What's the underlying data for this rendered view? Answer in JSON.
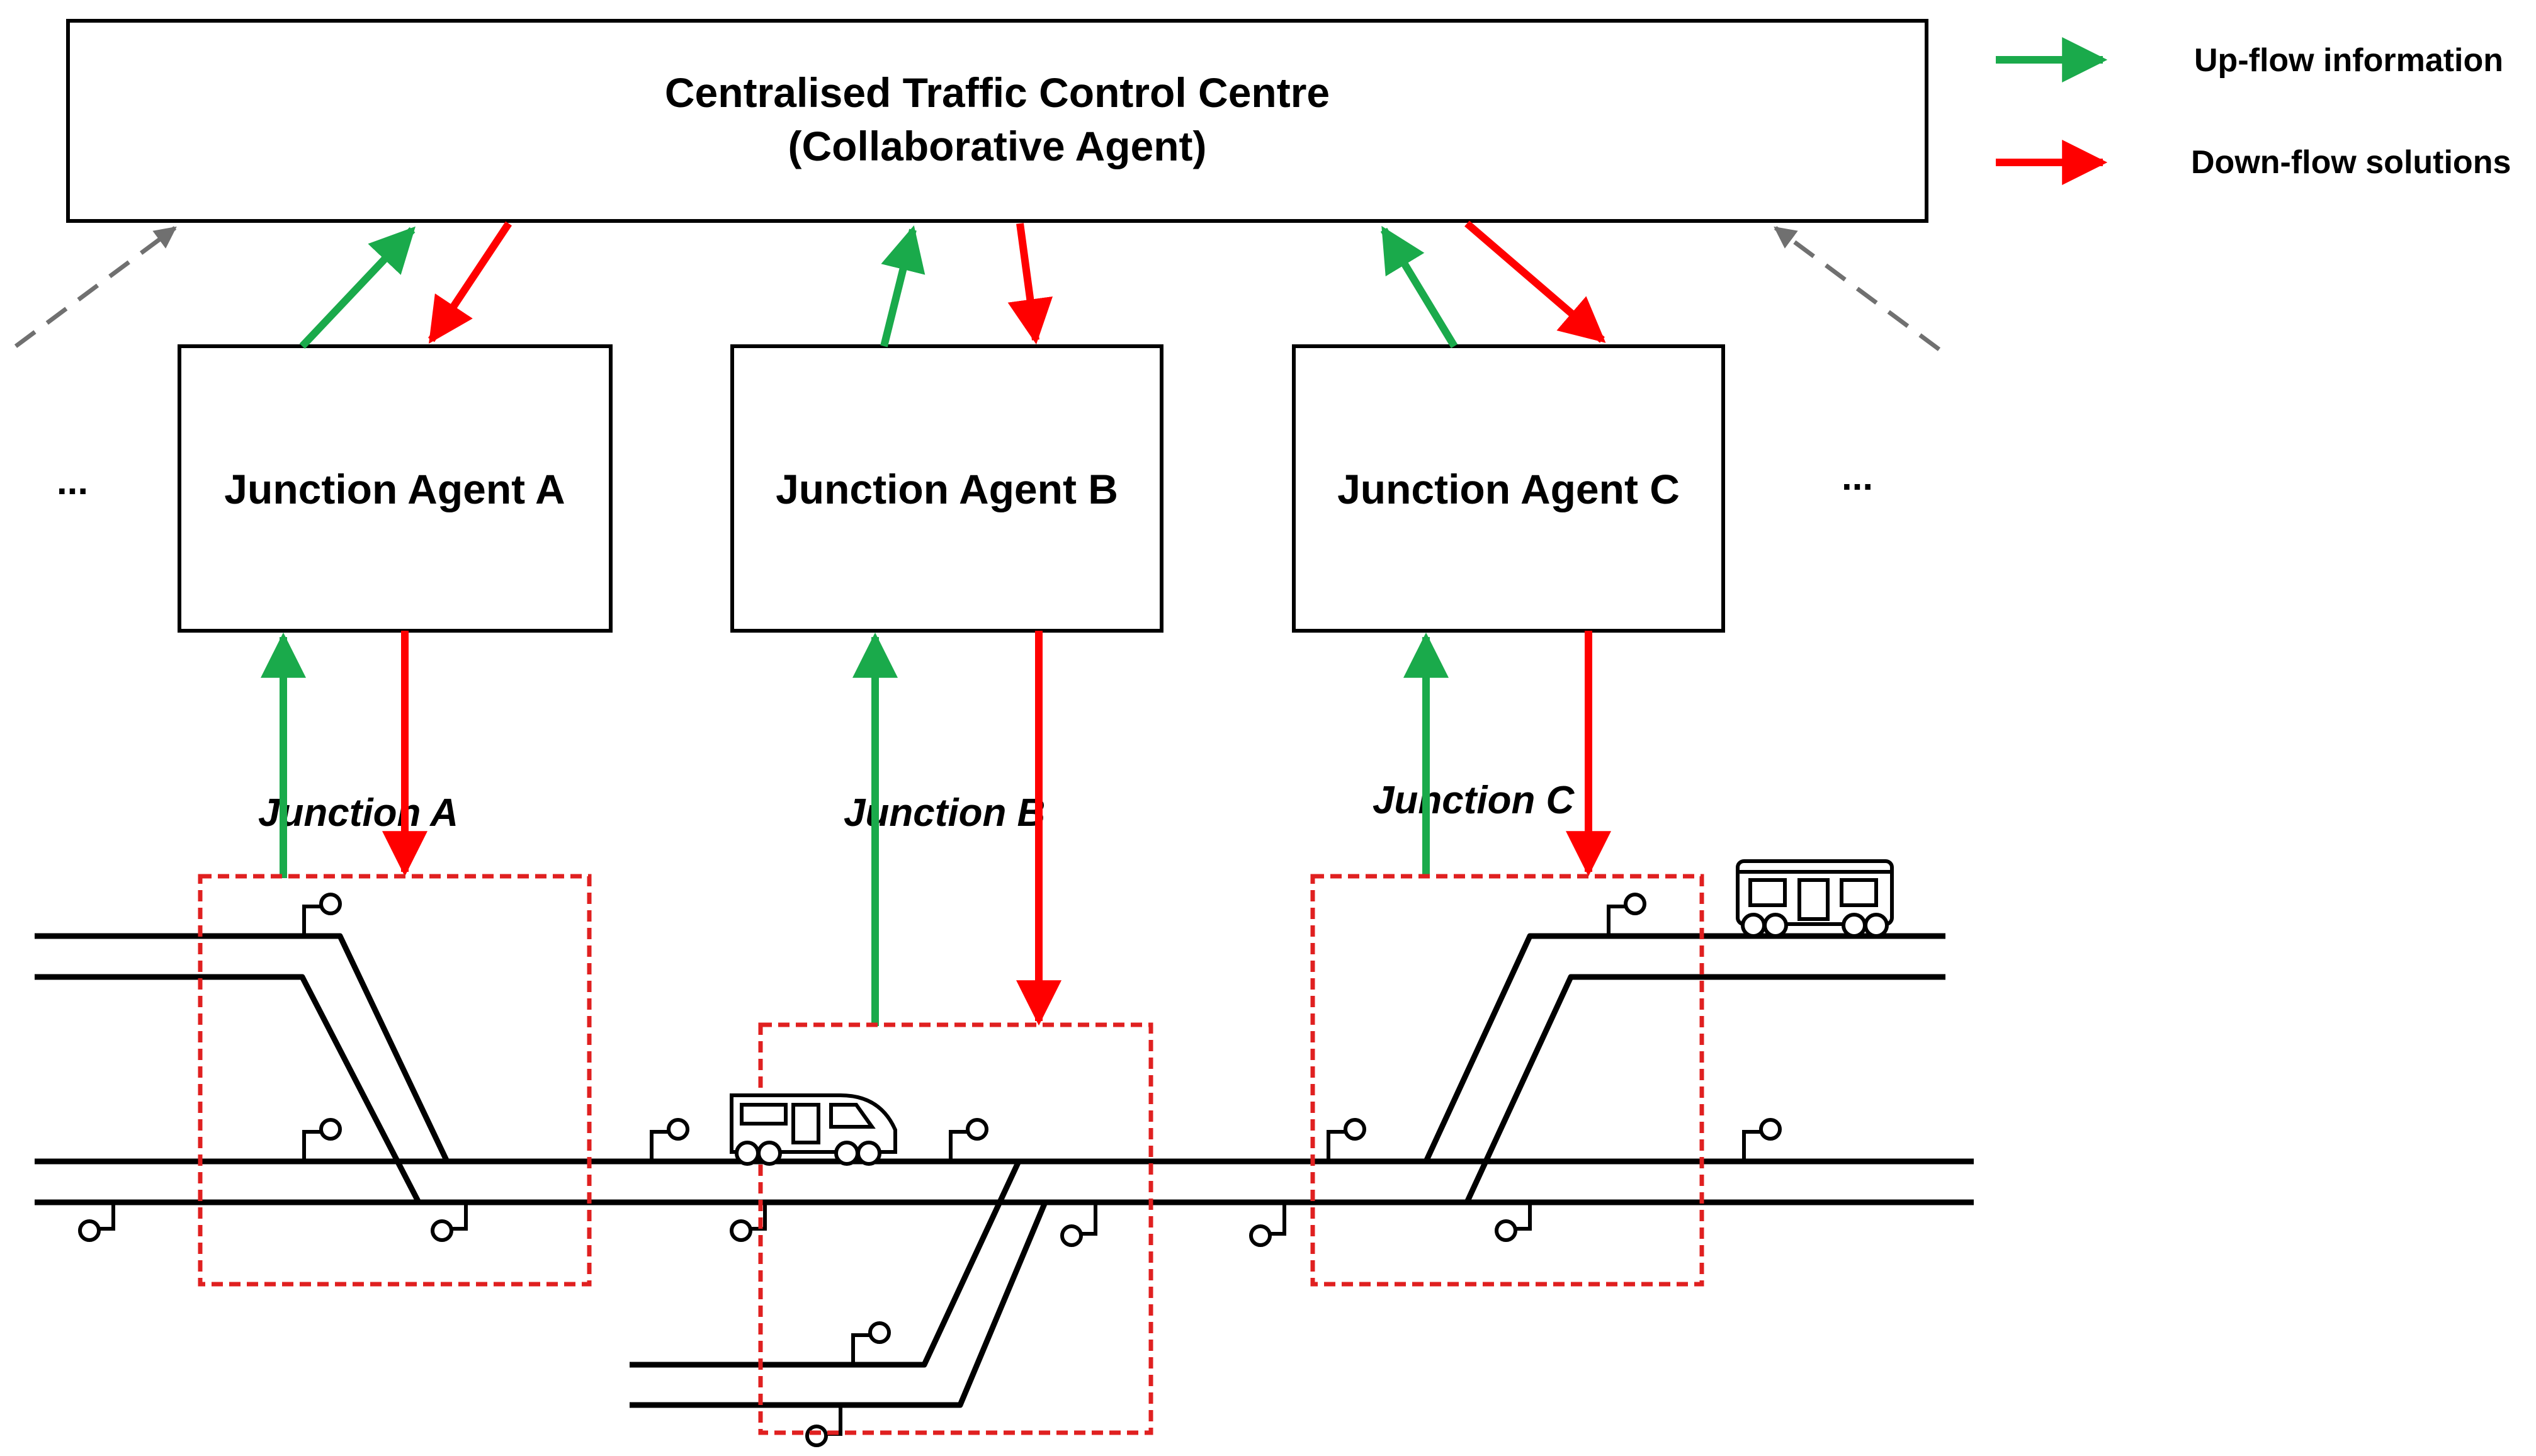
{
  "control_centre": {
    "title_line1": "Centralised Traffic Control Centre",
    "title_line2": "(Collaborative Agent)"
  },
  "legend": {
    "up_flow": {
      "label": "Up-flow information",
      "color": "#1aaa4b"
    },
    "down_flow": {
      "label": "Down-flow solutions",
      "color": "#ff0000"
    }
  },
  "agents": [
    {
      "label": "Junction Agent A"
    },
    {
      "label": "Junction Agent B"
    },
    {
      "label": "Junction Agent C"
    }
  ],
  "junctions": [
    {
      "label": "Junction A"
    },
    {
      "label": "Junction B"
    },
    {
      "label": "Junction C"
    }
  ],
  "ellipsis": "...",
  "colors": {
    "line": "#000000",
    "junction_box": "#e02020",
    "dashed_arrow": "#707070"
  }
}
